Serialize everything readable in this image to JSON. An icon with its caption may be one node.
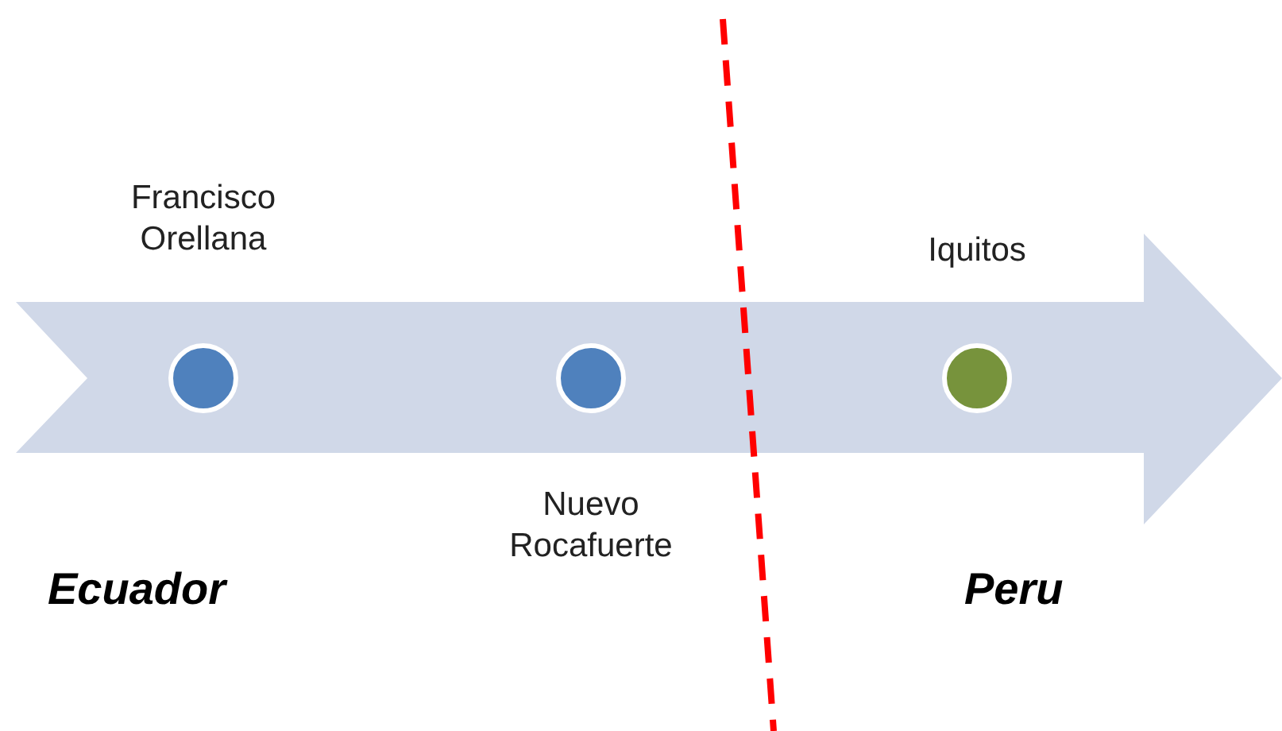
{
  "diagram": {
    "nodes": [
      {
        "text": [],
        "shape": "circle",
        "beside": [
          "Francisco Orellana"
        ]
      },
      {
        "text": [],
        "shape": "circle",
        "beside": [
          "Nuevo Rocafuerte"
        ]
      },
      {
        "text": [],
        "shape": "circle",
        "beside": [
          "Iquitos"
        ]
      }
    ],
    "edges": [],
    "labels": [
      "Ecuador",
      "Peru"
    ]
  }
}
